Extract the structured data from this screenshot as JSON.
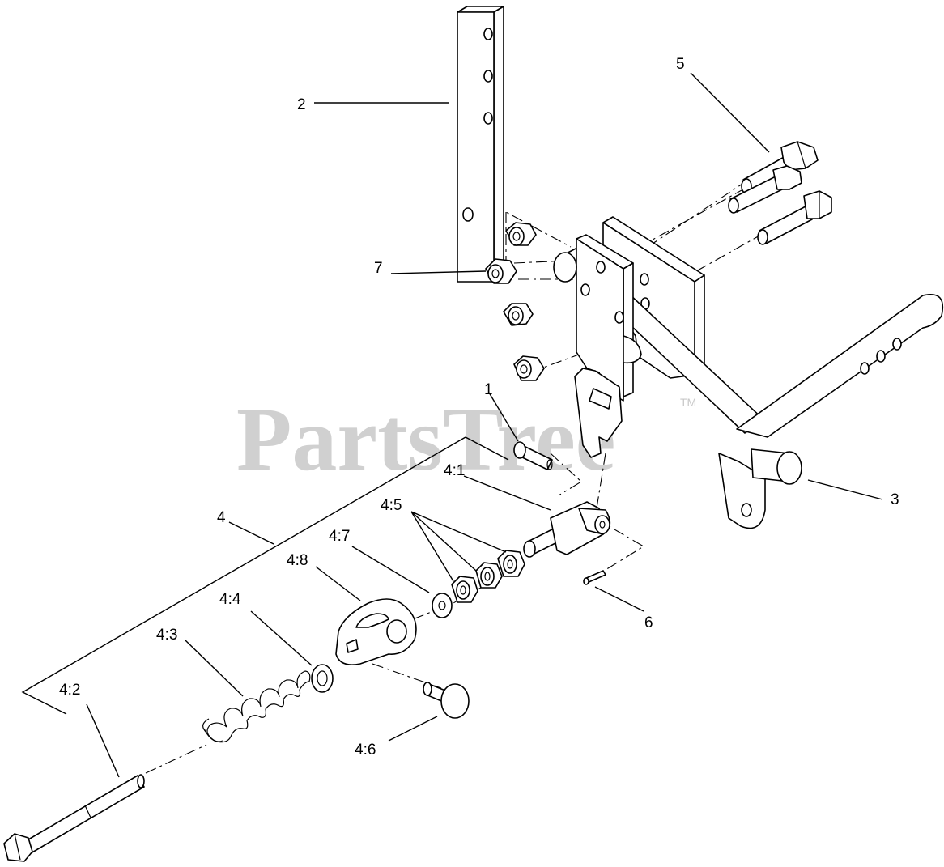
{
  "watermark": {
    "text": "PartsTree",
    "trademark": "TM"
  },
  "callouts": {
    "c1": "1",
    "c2": "2",
    "c3": "3",
    "c4": "4",
    "c5": "5",
    "c6": "6",
    "c7": "7",
    "c4_1": "4:1",
    "c4_2": "4:2",
    "c4_3": "4:3",
    "c4_4": "4:4",
    "c4_5": "4:5",
    "c4_6": "4:6",
    "c4_7": "4:7",
    "c4_8": "4:8"
  }
}
